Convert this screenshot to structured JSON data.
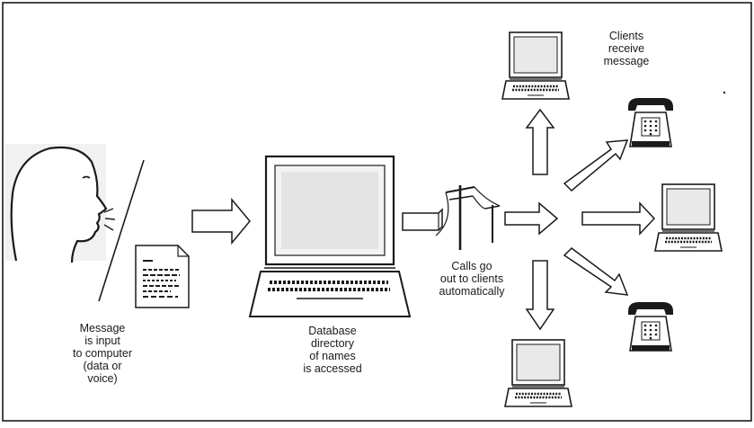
{
  "labels": {
    "message_input": [
      "Message",
      "is input",
      "to computer",
      "(data or",
      "voice)"
    ],
    "database": [
      "Database",
      "directory",
      "of names",
      "is accessed"
    ],
    "calls": [
      "Calls go",
      "out to clients",
      "automatically"
    ],
    "clients": [
      "Clients",
      "receive",
      "message"
    ]
  },
  "icons": [
    "head-speaking-icon",
    "document-icon",
    "laptop-icon",
    "utility-pole-icon",
    "telephone-icon"
  ],
  "colors": {
    "line": "#1a1a1a",
    "background": "#ffffff"
  }
}
